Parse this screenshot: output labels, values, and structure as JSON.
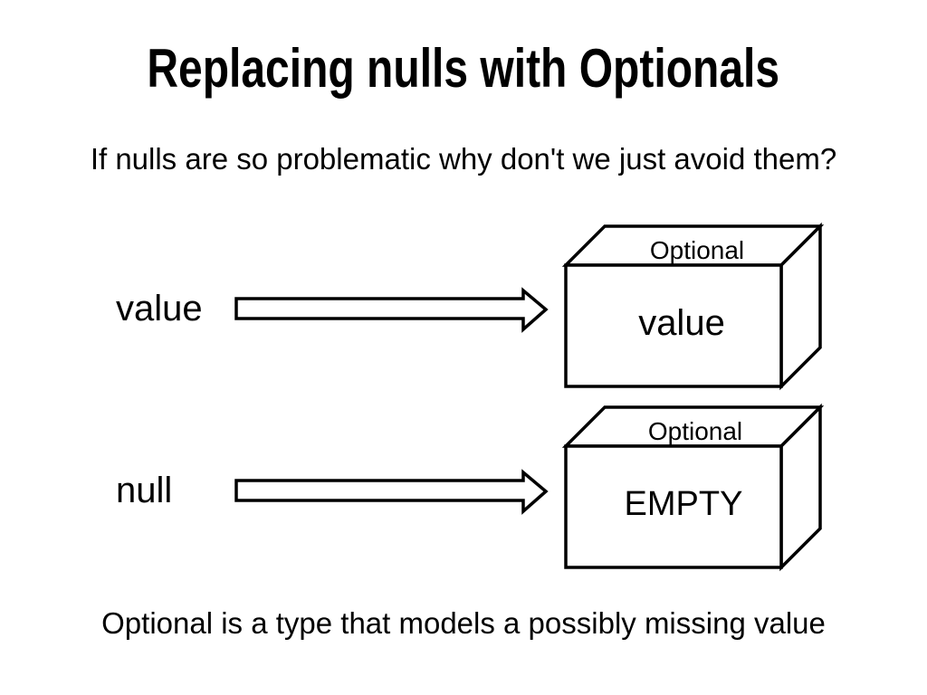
{
  "slide": {
    "title": "Replacing nulls with Optionals",
    "subtitle": "If nulls are so problematic why don't we just avoid them?",
    "footer": "Optional is a type that models a possibly missing value",
    "colors": {
      "background": "#ffffff",
      "ink": "#000000"
    }
  },
  "diagram": {
    "rows": [
      {
        "source_label": "value",
        "box_title": "Optional",
        "box_content": "value"
      },
      {
        "source_label": "null",
        "box_title": "Optional",
        "box_content": "EMPTY"
      }
    ]
  }
}
